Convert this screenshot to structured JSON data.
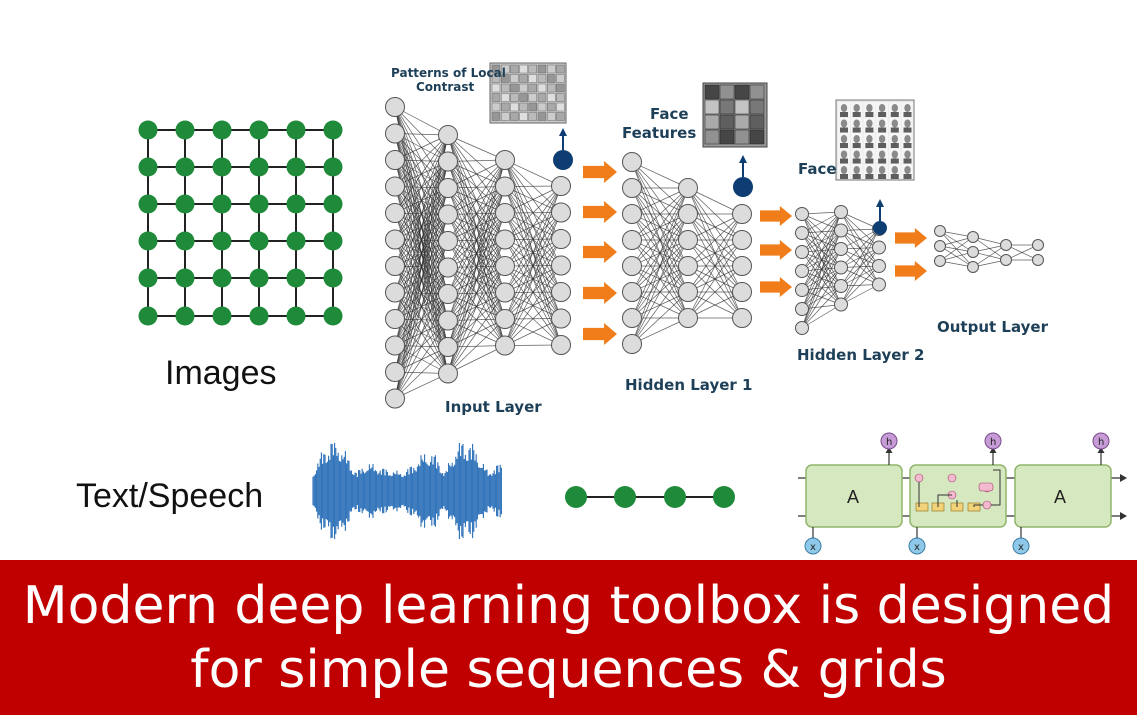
{
  "labels": {
    "images": "Images",
    "text_speech": "Text/Speech",
    "patterns": [
      "Patterns of Local",
      "Contrast"
    ],
    "face_features": [
      "Face",
      "Features"
    ],
    "face": "Face",
    "input_layer": "Input Layer",
    "hidden_layer_1": "Hidden Layer 1",
    "hidden_layer_2": "Hidden Layer 2",
    "output_layer": "Output Layer"
  },
  "rnn": {
    "cell_label": "A",
    "output_labels": [
      "h",
      "h",
      "h"
    ],
    "input_labels": [
      "x",
      "x",
      "x"
    ]
  },
  "banner": {
    "line1": "Modern deep learning toolbox is designed",
    "line2": "for simple sequences & grids"
  },
  "colors": {
    "grid_green": "#1e8a3a",
    "node_blue": "#0d3d73",
    "arrow_orange": "#f07d1a",
    "wave_blue": "#2a6fb8",
    "cell_green": "#d6e8c0",
    "banner_red": "#c00000"
  }
}
